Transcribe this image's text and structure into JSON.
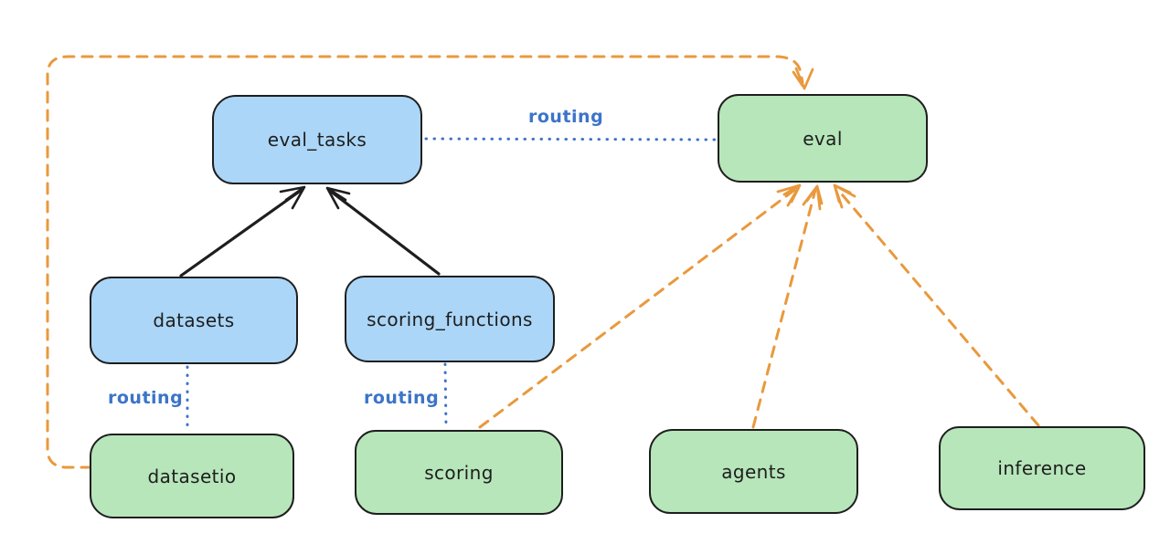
{
  "diagram": {
    "colors": {
      "blue_fill": "#abd6f8",
      "green_fill": "#b7e6ba",
      "stroke": "#1e1e1e",
      "routing_blue": "#3c74c8",
      "orange": "#e9993d",
      "bg": "#ffffff"
    },
    "nodes": [
      {
        "id": "eval_tasks",
        "label": "eval_tasks",
        "fill": "blue_fill"
      },
      {
        "id": "eval",
        "label": "eval",
        "fill": "green_fill"
      },
      {
        "id": "datasets",
        "label": "datasets",
        "fill": "blue_fill"
      },
      {
        "id": "scoring_functions",
        "label": "scoring_functions",
        "fill": "blue_fill"
      },
      {
        "id": "datasetio",
        "label": "datasetio",
        "fill": "green_fill"
      },
      {
        "id": "scoring",
        "label": "scoring",
        "fill": "green_fill"
      },
      {
        "id": "agents",
        "label": "agents",
        "fill": "green_fill"
      },
      {
        "id": "inference",
        "label": "inference",
        "fill": "green_fill"
      }
    ],
    "edges": [
      {
        "from": "eval_tasks",
        "to": "eval",
        "style": "dotted-blue",
        "label": "routing"
      },
      {
        "from": "datasets",
        "to": "datasetio",
        "style": "dotted-blue",
        "label": "routing"
      },
      {
        "from": "scoring_functions",
        "to": "scoring",
        "style": "dotted-blue",
        "label": "routing"
      },
      {
        "from": "datasets",
        "to": "eval_tasks",
        "style": "solid-black-arrow",
        "label": ""
      },
      {
        "from": "scoring_functions",
        "to": "eval_tasks",
        "style": "solid-black-arrow",
        "label": ""
      },
      {
        "from": "datasetio",
        "to": "eval",
        "style": "dashed-orange-arrow",
        "label": ""
      },
      {
        "from": "scoring",
        "to": "eval",
        "style": "dashed-orange-arrow",
        "label": ""
      },
      {
        "from": "agents",
        "to": "eval",
        "style": "dashed-orange-arrow",
        "label": ""
      },
      {
        "from": "inference",
        "to": "eval",
        "style": "dashed-orange-arrow",
        "label": ""
      }
    ]
  }
}
